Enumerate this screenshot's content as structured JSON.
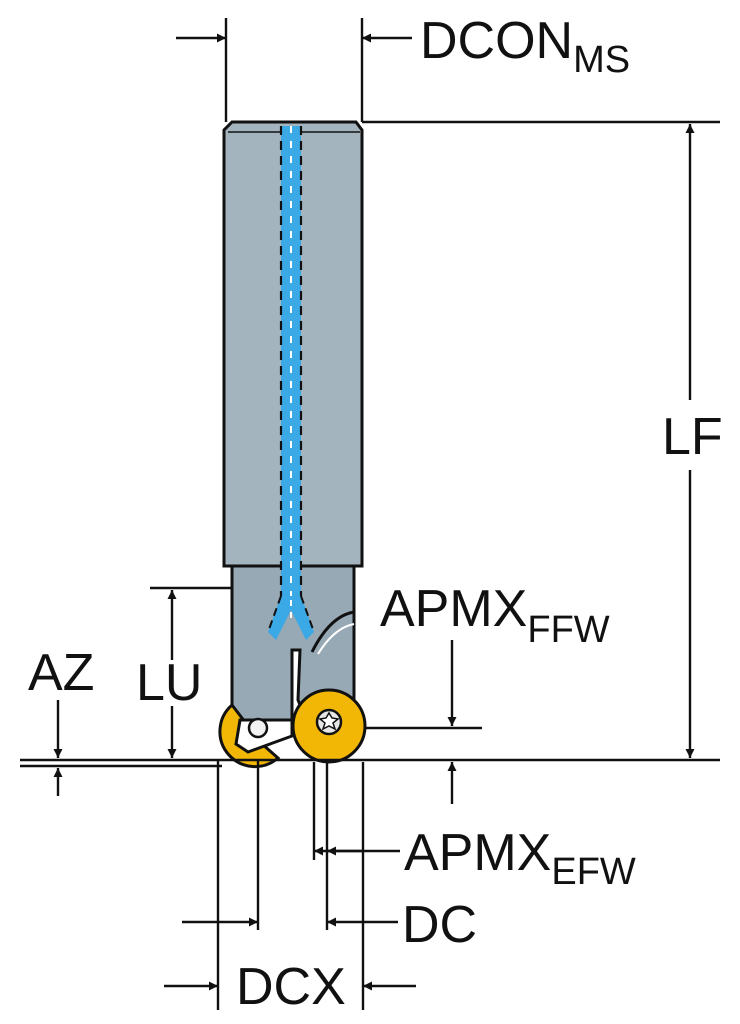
{
  "labels": {
    "dcon_ms": {
      "main": "DCON",
      "sub": "MS"
    },
    "lf": "LF",
    "apmx_ffw": {
      "main": "APMX",
      "sub": "FFW"
    },
    "az": "AZ",
    "lu": "LU",
    "apmx_efw": {
      "main": "APMX",
      "sub": "EFW"
    },
    "dc": "DC",
    "dcx": "DCX"
  },
  "colors": {
    "body": "#a3b4bf",
    "neck": "#97a9b5",
    "coolant": "#3aa9e6",
    "insert": "#f2b705",
    "outline": "#111111"
  }
}
